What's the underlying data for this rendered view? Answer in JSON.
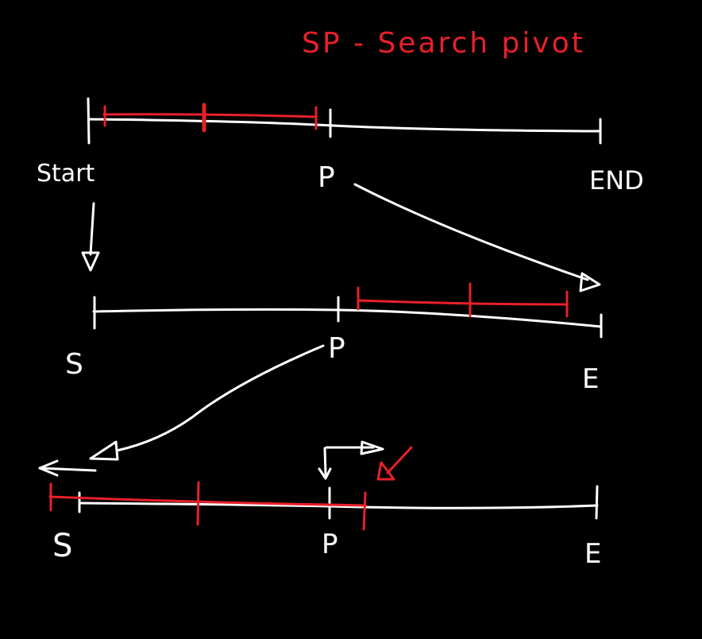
{
  "colors": {
    "background": "#000000",
    "ink": "#ffffff",
    "accent": "#e8202a"
  },
  "legend": {
    "text": "SP - Search pivot"
  },
  "rows": [
    {
      "start_label": "Start",
      "pivot_label": "P",
      "end_label": "END"
    },
    {
      "start_label": "S",
      "pivot_label": "P",
      "end_label": "E"
    },
    {
      "start_label": "S",
      "pivot_label": "P",
      "end_label": "E"
    }
  ]
}
